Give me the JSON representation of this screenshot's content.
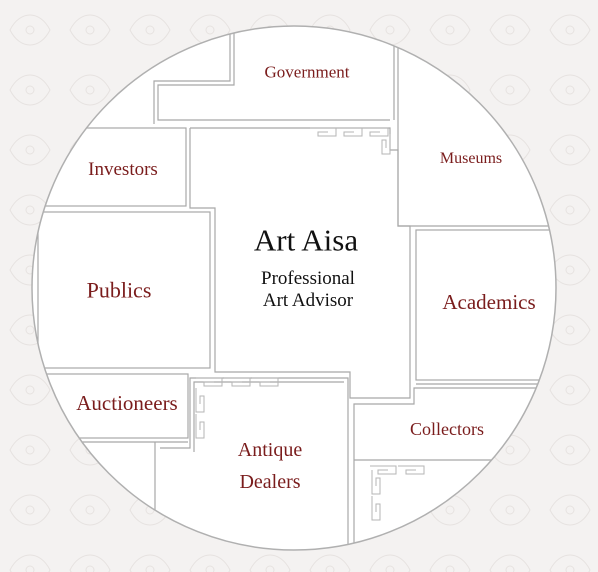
{
  "center": {
    "title": "Art Aisa",
    "subtitle_line1": "Professional",
    "subtitle_line2": "Art Advisor"
  },
  "regions": {
    "government": "Government",
    "investors": "Investors",
    "museums": "Museums",
    "publics": "Publics",
    "academics": "Academics",
    "auctioneers": "Auctioneers",
    "collectors": "Collectors",
    "antique_dealers_line1": "Antique",
    "antique_dealers_line2": "Dealers"
  },
  "colors": {
    "label": "#7a1c1c",
    "title": "#111111",
    "lines": "#a8a8a8",
    "circle_fill": "#ffffff",
    "background": "#f4f2f1"
  }
}
